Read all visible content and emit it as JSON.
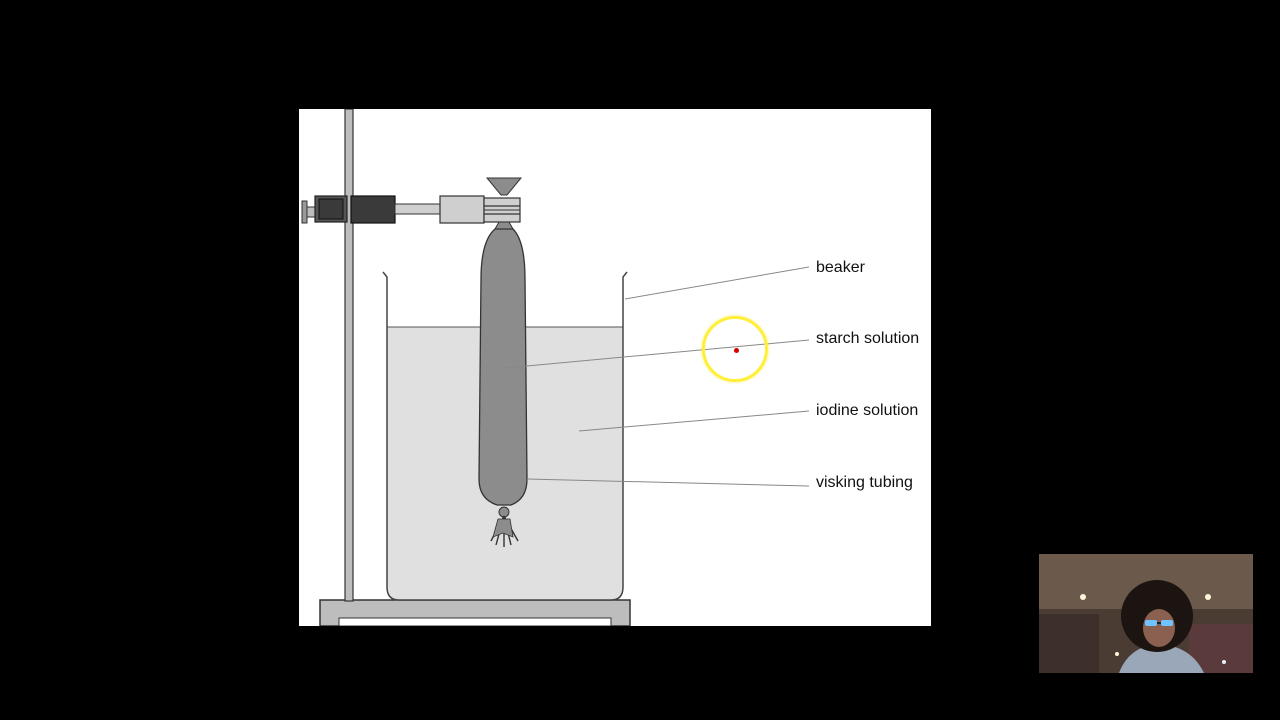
{
  "diagram": {
    "labels": {
      "beaker": "beaker",
      "starch": "starch solution",
      "iodine": "iodine solution",
      "visking": "visking tubing"
    }
  },
  "colors": {
    "background": "#000000",
    "slide": "#ffffff",
    "liquid": "#e0e0e0",
    "tubing": "#8c8c8c",
    "clamp_dark": "#3a3a3a",
    "clamp_light": "#cfcfcf",
    "stand_rod": "#bdbdbd",
    "cursor_ring": "#ffef3a",
    "cursor_dot": "#d40000"
  },
  "icons": {
    "cursor": "pointer-highlight-icon",
    "webcam": "presenter-webcam"
  }
}
